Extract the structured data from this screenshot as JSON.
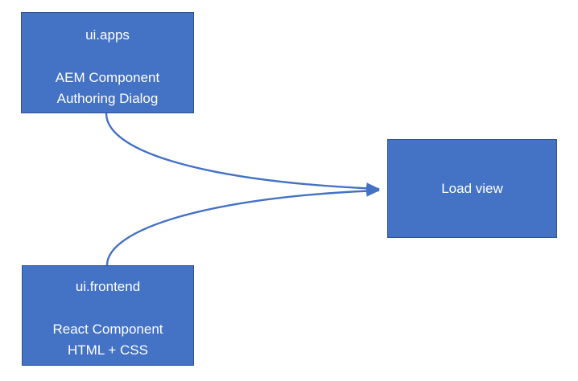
{
  "diagram": {
    "background_color": "#FFFFFF",
    "node_fill_color": "#4472C4",
    "node_border_color": "#2F528F",
    "node_text_color": "#FFFFFF",
    "connector_color": "#4472C4",
    "nodes": [
      {
        "id": "ui-apps",
        "title": "ui.apps",
        "body_lines": [
          "AEM Component",
          "Authoring Dialog"
        ]
      },
      {
        "id": "ui-frontend",
        "title": "ui.frontend",
        "body_lines": [
          "React Component",
          "HTML + CSS"
        ]
      },
      {
        "id": "load-view",
        "title": "Load view",
        "body_lines": []
      }
    ],
    "connectors": [
      {
        "id": "ui-apps-to-load-view",
        "from": "ui-apps",
        "to": "load-view",
        "style": "curved-arrow"
      },
      {
        "id": "ui-frontend-to-load-view",
        "from": "ui-frontend",
        "to": "load-view",
        "style": "curved-arrow"
      }
    ]
  }
}
